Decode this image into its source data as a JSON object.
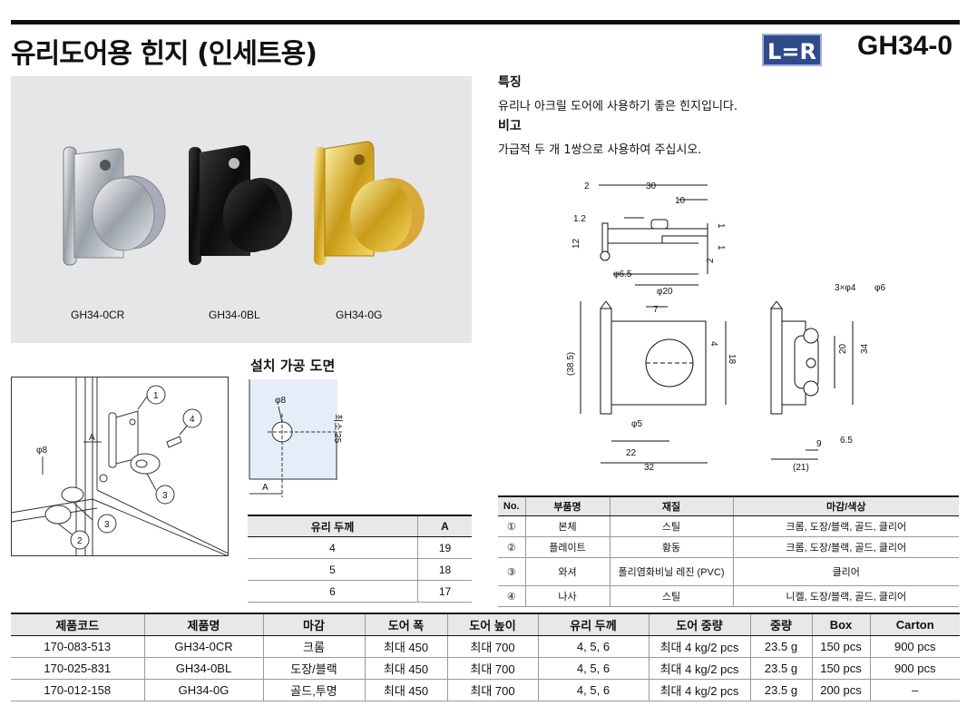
{
  "header": {
    "title": "유리도어용 힌지 (인세트용)",
    "badge": "L=R",
    "code": "GH34-0"
  },
  "photo": {
    "labels": [
      "GH34-0CR",
      "GH34-0BL",
      "GH34-0G"
    ]
  },
  "features": {
    "heading": "특징",
    "text": "유리나 아크릴 도어에 사용하기 좋은 힌지입니다.",
    "note_heading": "비고",
    "note_text": "가급적 두 개 1쌍으로 사용하여 주십시오."
  },
  "assembly": {
    "callouts": [
      "1",
      "2",
      "3",
      "3",
      "4"
    ],
    "dim_phi8": "φ8",
    "dim_A": "A"
  },
  "install": {
    "title": "설치 가공 도면",
    "phi8": "φ8",
    "min25": "최소 25",
    "A": "A"
  },
  "glass_table": {
    "headers": [
      "유리 두께",
      "A"
    ],
    "rows": [
      [
        "4",
        "19"
      ],
      [
        "5",
        "18"
      ],
      [
        "6",
        "17"
      ]
    ]
  },
  "drawing_dims": {
    "top_view": [
      "2",
      "30",
      "10",
      "1.2",
      "1",
      "12",
      "1",
      "2",
      "φ6.5",
      "φ20"
    ],
    "front_view": [
      "7",
      "4",
      "18",
      "(38.5)",
      "φ5",
      "22",
      "32"
    ],
    "side_view": [
      "3×φ4",
      "φ6",
      "20",
      "34",
      "9",
      "6.5",
      "(21)"
    ]
  },
  "parts_table": {
    "headers": [
      "No.",
      "부품명",
      "재질",
      "마감/색상"
    ],
    "rows": [
      [
        "①",
        "본체",
        "스틸",
        "크롬, 도장/블랙, 골드, 클리어"
      ],
      [
        "②",
        "플레이트",
        "황동",
        "크롬, 도장/블랙, 골드, 클리어"
      ],
      [
        "③",
        "와셔",
        "폴리염화비닐 레진 (PVC)",
        "클리어"
      ],
      [
        "④",
        "나사",
        "스틸",
        "니켈, 도장/블랙, 골드, 클리어"
      ]
    ]
  },
  "product_table": {
    "headers": [
      "제품코드",
      "제품명",
      "마감",
      "도어 폭",
      "도어 높이",
      "유리 두께",
      "도어 중량",
      "중량",
      "Box",
      "Carton"
    ],
    "rows": [
      [
        "170-083-513",
        "GH34-0CR",
        "크롬",
        "최대 450",
        "최대 700",
        "4, 5, 6",
        "최대 4 kg/2 pcs",
        "23.5 g",
        "150 pcs",
        "900 pcs"
      ],
      [
        "170-025-831",
        "GH34-0BL",
        "도장/블랙",
        "최대 450",
        "최대 700",
        "4, 5, 6",
        "최대 4 kg/2 pcs",
        "23.5 g",
        "150 pcs",
        "900 pcs"
      ],
      [
        "170-012-158",
        "GH34-0G",
        "골드,투명",
        "최대 450",
        "최대 700",
        "4, 5, 6",
        "최대 4 kg/2 pcs",
        "23.5 g",
        "200 pcs",
        "–"
      ]
    ]
  },
  "colors": {
    "badge_bg": "#2f4b8a",
    "header_row_bg": "#e8e8e8",
    "photo_bg": "#e6e6e8"
  }
}
